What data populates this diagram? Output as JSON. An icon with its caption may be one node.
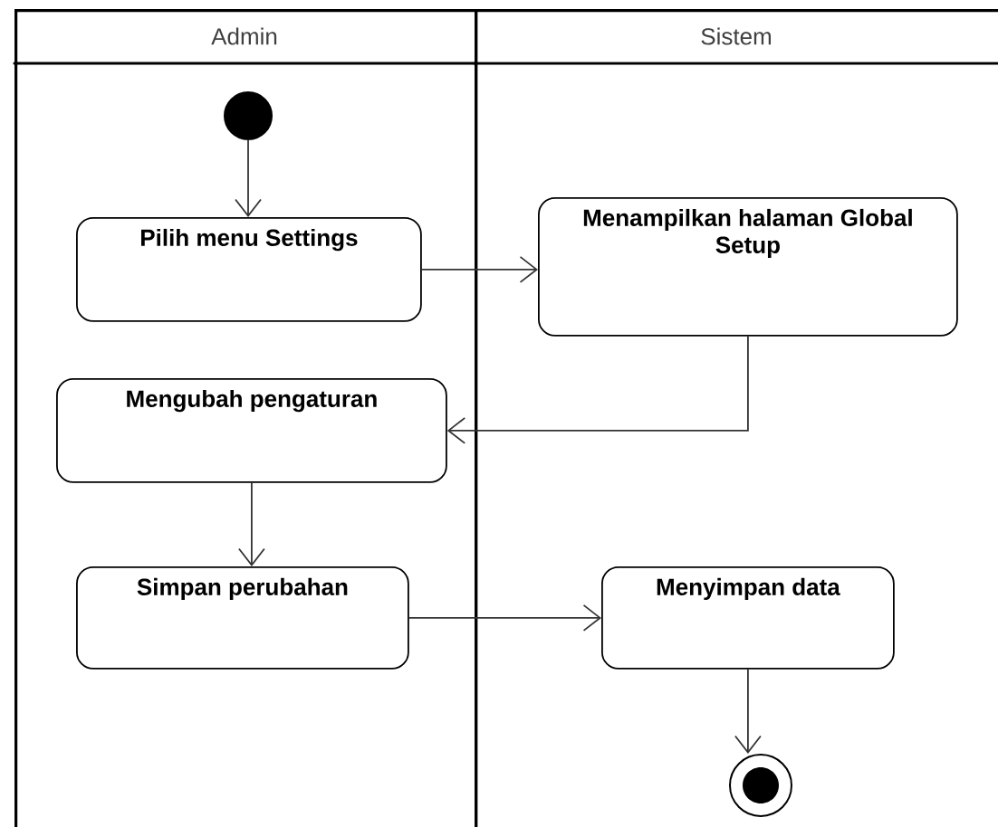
{
  "diagram": {
    "nodes": [
      {
        "text": [
          "Admin"
        ]
      },
      {
        "text": [
          "Sistem"
        ]
      },
      {
        "text": [],
        "shape": "circle",
        "in": 0
      },
      {
        "text": [
          "Pilih menu Settings"
        ],
        "in": 0
      },
      {
        "text": [
          "Menampilkan halaman Global Setup"
        ],
        "in": 1
      },
      {
        "text": [
          "Mengubah pengaturan"
        ],
        "in": 0
      },
      {
        "text": [
          "Simpan perubahan"
        ],
        "in": 0
      },
      {
        "text": [
          "Menyimpan data"
        ],
        "in": 1
      },
      {
        "text": [],
        "shape": "circle",
        "in": 1
      }
    ],
    "edges": [
      {
        "from": 2,
        "to": 3,
        "arrow": "to"
      },
      {
        "from": 3,
        "to": 4,
        "arrow": "to"
      },
      {
        "from": 4,
        "to": 5,
        "arrow": "to"
      },
      {
        "from": 5,
        "to": 6,
        "arrow": "to"
      },
      {
        "from": 6,
        "to": 7,
        "arrow": "to"
      },
      {
        "from": 7,
        "to": 8,
        "arrow": "to"
      }
    ]
  }
}
